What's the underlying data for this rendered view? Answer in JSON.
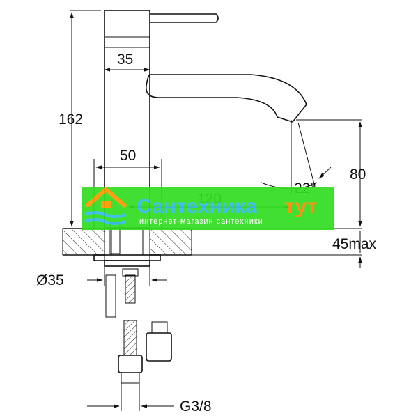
{
  "dimensions": {
    "height_total": "162",
    "lever_width": "35",
    "body_width": "50",
    "spout_reach": "120",
    "spout_height": "80",
    "spout_angle": "22°",
    "counter_thickness": "45max",
    "hole_diameter": "Ø35",
    "connection_thread": "G3/8"
  },
  "watermark": {
    "brand_part1": "Сантехника",
    "brand_part2": "тут",
    "tagline": "интернет-магазин сантехники",
    "colors": {
      "band": "#33dd22",
      "brand_part1": "#33bbee",
      "brand_part2": "#ff8800",
      "logo": "#ff9900"
    }
  }
}
